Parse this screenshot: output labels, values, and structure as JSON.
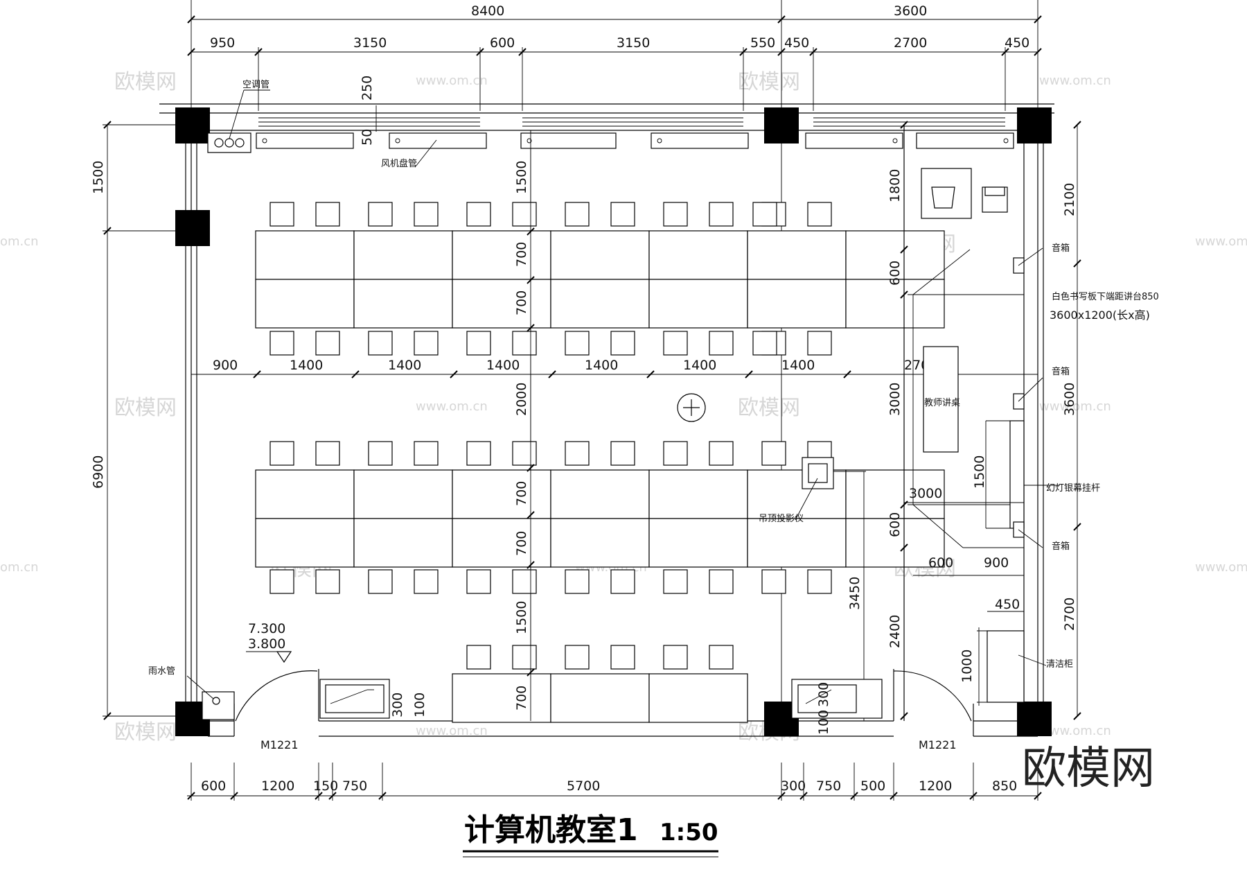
{
  "drawing": {
    "title": "计算机教室1",
    "scale": "1:50",
    "logo": "欧模网"
  },
  "watermark": {
    "brand": "欧模网",
    "url": "www.om.cn",
    "url_partial": "om.cn"
  },
  "dims_top_overall": [
    "8400",
    "3600"
  ],
  "dims_top_detail": [
    "950",
    "3150",
    "600",
    "3150",
    "550",
    "450",
    "2700",
    "450"
  ],
  "dims_top_misc": [
    "250",
    "50"
  ],
  "dims_left": [
    "1500",
    "6900"
  ],
  "dims_bottom": [
    "600",
    "1200",
    "150",
    "750",
    "5700",
    "300",
    "750",
    "500",
    "1200",
    "850"
  ],
  "dims_desk_row": [
    "900",
    "1400",
    "1400",
    "1400",
    "1400",
    "1400",
    "1400",
    "2700"
  ],
  "dims_center_vertical": [
    "1500",
    "700",
    "700",
    "2000",
    "700",
    "700",
    "1500",
    "700"
  ],
  "dims_right_inner": [
    "1800",
    "600",
    "3000",
    "600",
    "2400"
  ],
  "dims_right_outer": [
    "2100",
    "3600",
    "2700"
  ],
  "dims_podium": [
    "3000",
    "600",
    "900",
    "1500",
    "450",
    "1000",
    "3450"
  ],
  "dims_cabinet": [
    "300",
    "100",
    "300",
    "100"
  ],
  "labels": {
    "ac_pipe": "空调管",
    "fan_coil_pipe": "风机盘管",
    "rain_pipe": "雨水管",
    "projector": "吊顶投影仪",
    "teacher_desk": "教师讲桌",
    "speaker_1": "音箱",
    "speaker_2": "音箱",
    "speaker_3": "音箱",
    "whiteboard_line1": "白色书写板下端距讲台850",
    "whiteboard_line2": "3600x1200(长x高)",
    "screen_rod": "幻灯银幕挂杆",
    "cleaning_cabinet": "清洁柜",
    "door_left": "M1221",
    "door_right": "M1221",
    "level_top": "7.300",
    "level_bottom": "3.800"
  }
}
